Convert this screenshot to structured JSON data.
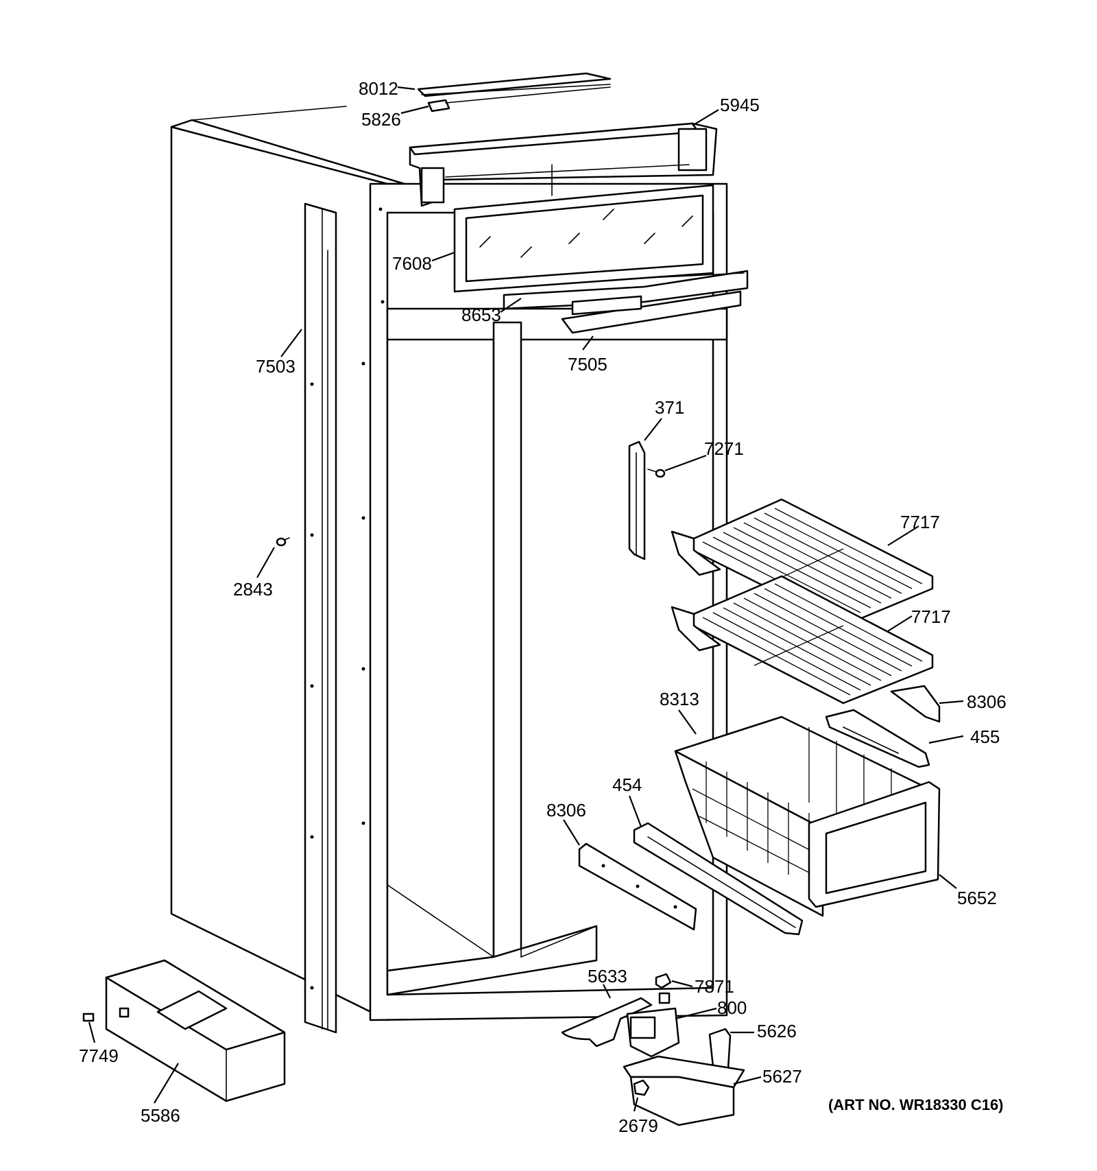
{
  "labels": {
    "p8012": "8012",
    "p5826": "5826",
    "p5945": "5945",
    "p7608": "7608",
    "p8653": "8653",
    "p7505": "7505",
    "p7503": "7503",
    "p371": "371",
    "p7271": "7271",
    "p7717a": "7717",
    "p7717b": "7717",
    "p2843": "2843",
    "p8313": "8313",
    "p8306a": "8306",
    "p455": "455",
    "p454": "454",
    "p8306b": "8306",
    "p5652": "5652",
    "p5633": "5633",
    "p7871": "7871",
    "p800": "800",
    "p5626": "5626",
    "p5627": "5627",
    "p2679": "2679",
    "p7749": "7749",
    "p5586": "5586"
  },
  "art_number": "(ART NO. WR18330 C16)"
}
